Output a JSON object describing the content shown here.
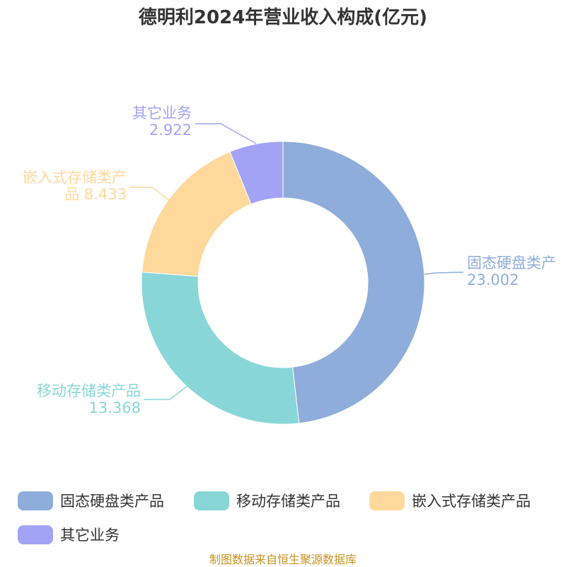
{
  "chart_data": {
    "type": "pie",
    "variant": "donut",
    "title": "德明利2024年营业收入构成(亿元)",
    "unit": "亿元",
    "categories": [
      "固态硬盘类产品",
      "移动存储类产品",
      "嵌入式存储类产品",
      "其它业务"
    ],
    "values": [
      23.002,
      13.368,
      8.433,
      2.922
    ],
    "value_labels": [
      "23.002",
      "13.368",
      "8.433",
      "2.922"
    ],
    "colors": [
      "#8EADDB",
      "#88D6D8",
      "#FFD99B",
      "#A3A3F6"
    ],
    "legend_placement": "bottom"
  },
  "labels": {
    "solid": {
      "name": "固态硬盘类产",
      "value": "23.002"
    },
    "mobile": {
      "name": "移动存储类产品",
      "value": "13.368"
    },
    "embedded": {
      "name_line1": "嵌入式存储类产",
      "name_line2": "品 8.433"
    },
    "other": {
      "name": "其它业务",
      "value": "2.922"
    }
  },
  "footer": "制图数据来自恒生聚源数据库"
}
